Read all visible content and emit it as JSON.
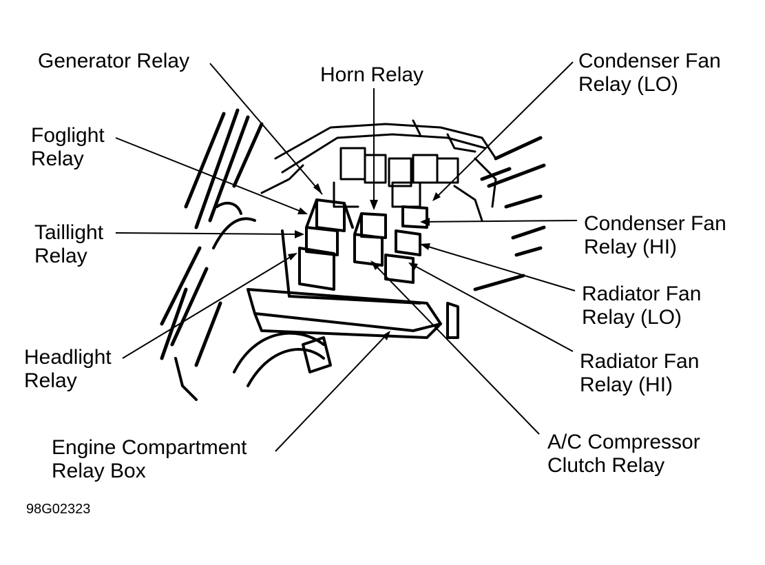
{
  "labels": {
    "generator_relay": "Generator Relay",
    "horn_relay": "Horn Relay",
    "condenser_fan_lo": [
      "Condenser Fan",
      "Relay (LO)"
    ],
    "foglight_relay": [
      "Foglight",
      "Relay"
    ],
    "taillight_relay": [
      "Taillight",
      "Relay"
    ],
    "condenser_fan_hi": [
      "Condenser Fan",
      "Relay (HI)"
    ],
    "radiator_fan_lo": [
      "Radiator Fan",
      "Relay (LO)"
    ],
    "headlight_relay": [
      "Headlight",
      "Relay"
    ],
    "radiator_fan_hi": [
      "Radiator Fan",
      "Relay (HI)"
    ],
    "engine_compartment": [
      "Engine Compartment",
      "Relay Box"
    ],
    "ac_compressor": [
      "A/C Compressor",
      "Clutch Relay"
    ]
  },
  "figure_id": "98G02323",
  "colors": {
    "ink": "#000000",
    "background": "#ffffff"
  }
}
